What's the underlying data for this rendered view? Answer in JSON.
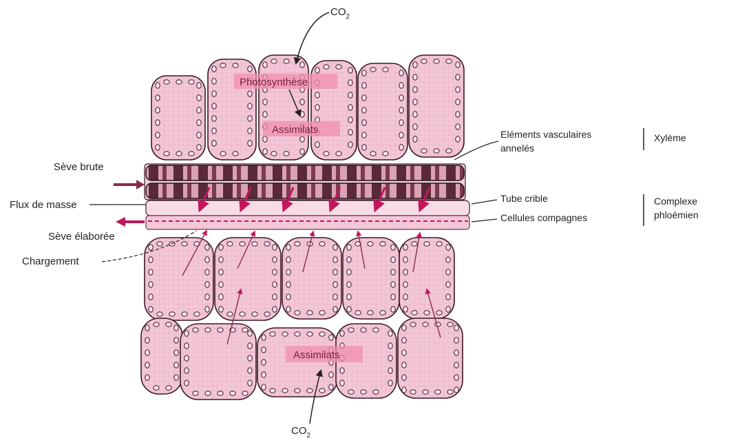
{
  "colors": {
    "cell_fill": "#f3c6d8",
    "cell_stroke": "#3a1a26",
    "vessel_dark": "#5a2a3a",
    "vessel_light": "#d9a3b5",
    "arrow_magenta": "#c2185b",
    "label_box": "#f08fb0",
    "text": "#222222"
  },
  "labels": {
    "co2_top": "CO",
    "co2_top_sub": "2",
    "co2_bottom": "CO",
    "co2_bottom_sub": "2",
    "photosynthese": "Photosynthèse",
    "assimilats_top": "Assimilats",
    "assimilats_bottom": "Assimilats",
    "seve_brute": "Sève brute",
    "flux_de_masse": "Flux de masse",
    "seve_elaboree": "Sève élaborée",
    "chargement": "Chargement",
    "elements_vasculaires_1": "Eléments vasculaires",
    "elements_vasculaires_2": "annelés",
    "xyleme": "Xylème",
    "tube_crible": "Tube crible",
    "cellules_compagnes": "Cellules compagnes",
    "complexe_1": "Complexe",
    "complexe_2": "phloémien"
  }
}
